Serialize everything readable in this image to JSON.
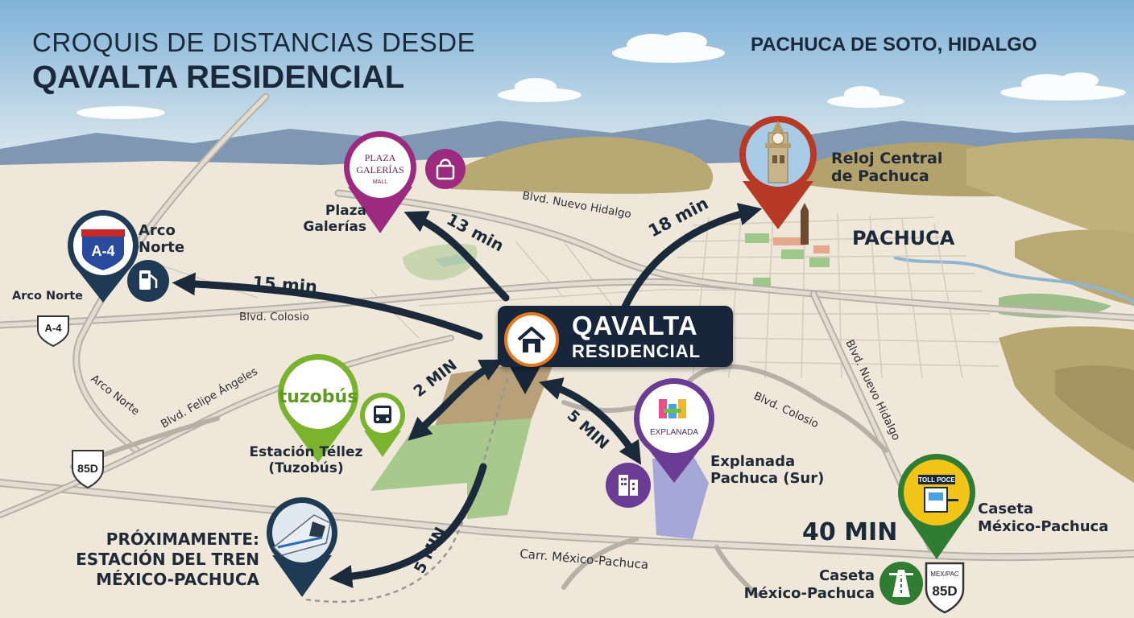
{
  "header": {
    "title_line1": "CROQUIS DE DISTANCIAS DESDE",
    "title_line2": "QAVALTA RESIDENCIAL",
    "location": "PACHUCA DE SOTO, HIDALGO"
  },
  "center": {
    "line1": "QAVALTA",
    "line2": "RESIDENCIAL",
    "icon": "home-icon"
  },
  "city_label": "PACHUCA",
  "places": {
    "plaza": {
      "logo_line1": "PLAZA",
      "logo_line2": "GALERÍAS",
      "logo_line3": "MALL",
      "label_line1": "Plaza",
      "label_line2": "Galerías",
      "icon": "shopping-bag-icon",
      "color": "#9c2a7e"
    },
    "reloj": {
      "label_line1": "Reloj Central",
      "label_line2": "de Pachuca",
      "icon": "clock-tower-icon",
      "color": "#b63a26"
    },
    "arco": {
      "shield": "A-4",
      "label_line1": "Arco",
      "label_line2": "Norte",
      "icon": "gas-station-icon",
      "color": "#1f3a55"
    },
    "tuzobus": {
      "logo": "tuzobús",
      "label_line1": "Estación Téllez",
      "label_line2": "(Tuzobús)",
      "icon": "bus-icon",
      "color": "#7ab32e"
    },
    "explanada": {
      "logo": "EXPLANADA",
      "label_line1": "Explanada",
      "label_line2": "Pachuca (Sur)",
      "icon": "building-icon",
      "color": "#6a3c93"
    },
    "tren": {
      "label_line1": "PRÓXIMAMENTE:",
      "label_line2": "ESTACIÓN DEL TREN",
      "label_line3": "MÉXICO-PACHUCA",
      "icon": "train-icon",
      "color": "#1f3a55"
    },
    "caseta": {
      "sign": "TOLL POCE",
      "label_line1": "Caseta",
      "label_line2": "México-Pachuca",
      "icon": "toll-booth-icon",
      "color": "#2e7d32"
    },
    "caseta_lower": {
      "label_line1": "Caseta",
      "label_line2": "México-Pachuca",
      "icon": "highway-icon"
    }
  },
  "times": {
    "plaza": "13 min",
    "reloj": "18 min",
    "arco": "15 min",
    "tuzobus": "2 MIN",
    "explanada": "5 MIN",
    "tren": "5 MIN",
    "caseta": "40 MIN"
  },
  "roads": {
    "nuevo_hidalgo_top": "Blvd. Nuevo Hidalgo",
    "colosio_left": "Blvd. Colosio",
    "colosio_right": "Blvd. Colosio",
    "nuevo_hidalgo_right": "Blvd. Nuevo Hidalgo",
    "felipe_angeles": "Blvd. Felipe Ángeles",
    "arco_norte_diag": "Arco Norte",
    "arco_norte_left": "Arco Norte",
    "carretera": "Carr. México-Pachuca"
  },
  "shields": {
    "a4_left": "A-4",
    "d85_left": "85D",
    "d85_right_top": "MEX/PAC",
    "d85_right": "85D"
  },
  "colors": {
    "navy": "#17263a",
    "orange": "#e8771e",
    "sky": "#a9cce6",
    "land": "#efe8da"
  }
}
